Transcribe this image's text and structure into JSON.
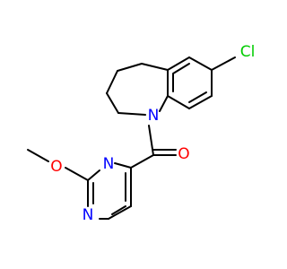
{
  "molecule": {
    "atoms": {
      "chlorine": "Cl",
      "ring_nitrogen": "N",
      "carbonyl_oxygen": "O",
      "pyrimidine_n3": "N",
      "pyrimidine_n1": "N",
      "methoxy_oxygen": "O"
    },
    "colors": {
      "bond": "#000000",
      "nitrogen": "#0000ff",
      "oxygen": "#ff0000",
      "chlorine": "#00cc00"
    }
  }
}
